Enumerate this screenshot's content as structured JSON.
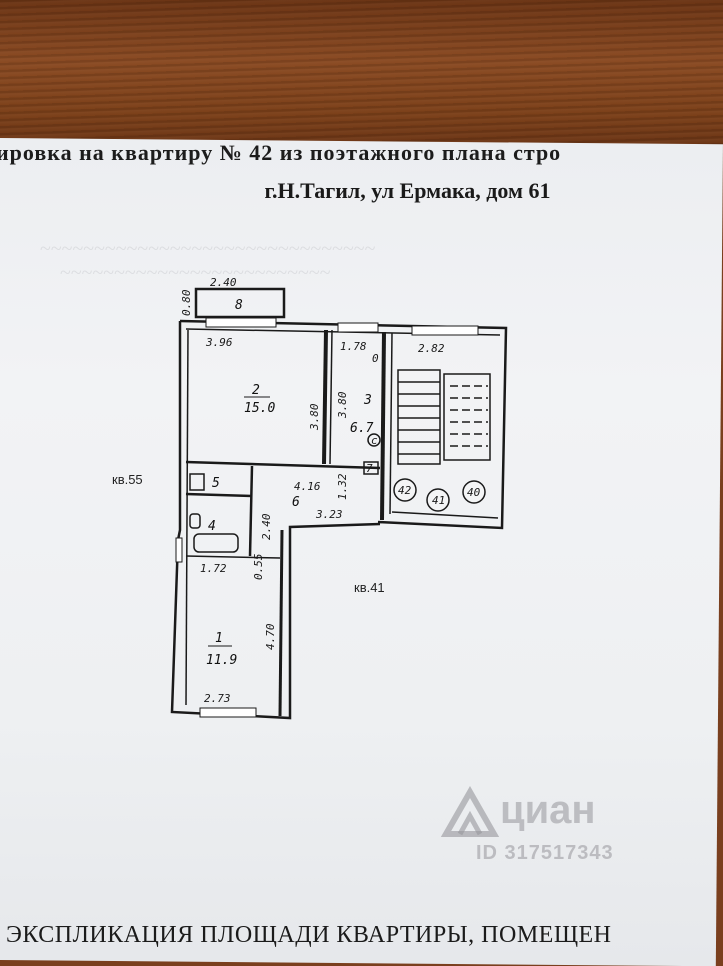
{
  "document": {
    "header_line1": "ировка на квартиру № 42 из поэтажного плана стро",
    "header_line2": "г.Н.Тагил, ул Ермака, дом 61",
    "footer_line": "ЭКСПЛИКАЦИЯ ПЛОЩАДИ КВАРТИРЫ, ПОМЕЩЕН"
  },
  "plan": {
    "neighbor_left": "кв.55",
    "neighbor_right": "кв.41",
    "balcony": {
      "number": "8",
      "width": "2.40",
      "depth": "0.80"
    },
    "room2": {
      "number": "2",
      "area": "15.0",
      "width": "3.96",
      "height": "3.80"
    },
    "room3": {
      "number": "3",
      "area": "6.7",
      "width": "1.78",
      "height": "3.80"
    },
    "stair": {
      "width": "2.82",
      "marks": [
        "42",
        "41",
        "40"
      ]
    },
    "room6": {
      "number": "6",
      "width": "4.16",
      "width2": "3.23",
      "height": "1.32"
    },
    "room5": {
      "number": "5"
    },
    "room4": {
      "number": "4"
    },
    "room1": {
      "number": "1",
      "area": "11.9",
      "width_top": "1.72",
      "width_bottom": "2.73",
      "height": "4.70"
    },
    "misc_dims": [
      "2.40",
      "0.55",
      "7",
      "с",
      "0"
    ]
  },
  "watermark": {
    "brand": "циан",
    "id_text": "ID 317517343"
  }
}
